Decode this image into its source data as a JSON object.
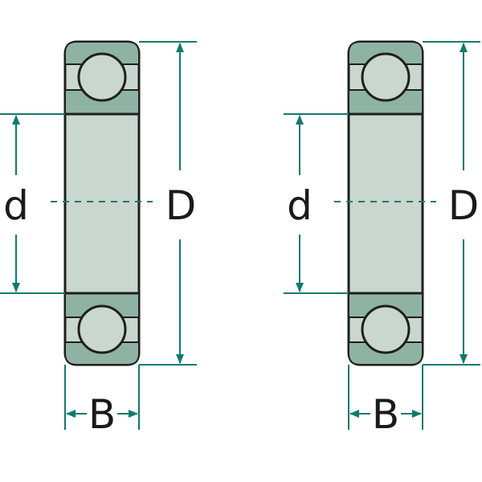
{
  "colors": {
    "dimension_line": "#0f7a6e",
    "outline": "#1f1f1f",
    "ring_fill": "#8fb3a3",
    "bore_fill": "#c9d7cf",
    "ball_fill": "#c9d7cf",
    "background": "#ffffff"
  },
  "bearings": [
    {
      "labels": {
        "inner_diameter": "d",
        "outer_diameter": "D",
        "width": "B"
      }
    },
    {
      "labels": {
        "inner_diameter": "d",
        "outer_diameter": "D",
        "width": "B"
      }
    }
  ]
}
